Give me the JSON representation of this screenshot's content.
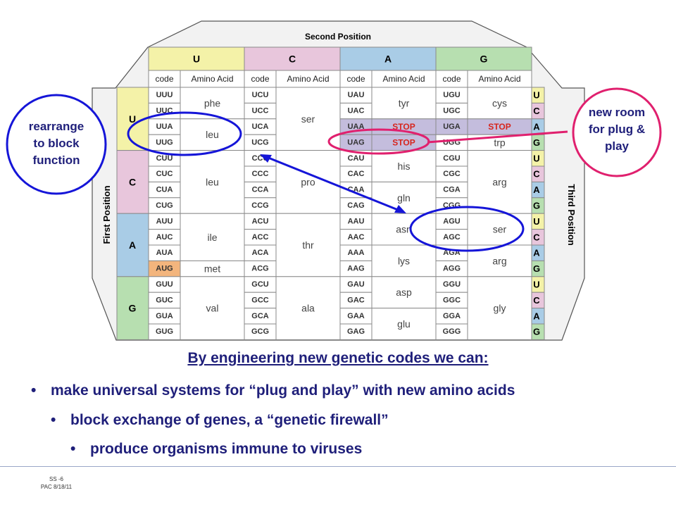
{
  "header": {
    "second_position": "Second Position"
  },
  "axis_labels": {
    "first": "First Position",
    "third": "Third Position"
  },
  "bases": [
    "U",
    "C",
    "A",
    "G"
  ],
  "sub_headers": {
    "code": "code",
    "amino": "Amino Acid"
  },
  "codon_table": [
    {
      "codons": [
        "UUU",
        "UUC",
        "UUA",
        "UUG",
        "CUU",
        "CUC",
        "CUA",
        "CUG",
        "AUU",
        "AUC",
        "AUA",
        "AUG",
        "GUU",
        "GUC",
        "GUA",
        "GUG"
      ],
      "aminos": [
        {
          "label": "phe",
          "rows": [
            0,
            1
          ]
        },
        {
          "label": "leu",
          "rows": [
            2,
            3
          ]
        },
        {
          "label": "leu",
          "rows": [
            4,
            7
          ]
        },
        {
          "label": "ile",
          "rows": [
            8,
            10
          ]
        },
        {
          "label": "met",
          "rows": [
            11,
            11
          ]
        },
        {
          "label": "val",
          "rows": [
            12,
            15
          ]
        }
      ]
    },
    {
      "codons": [
        "UCU",
        "UCC",
        "UCA",
        "UCG",
        "CCU",
        "CCC",
        "CCA",
        "CCG",
        "ACU",
        "ACC",
        "ACA",
        "ACG",
        "GCU",
        "GCC",
        "GCA",
        "GCG"
      ],
      "aminos": [
        {
          "label": "ser",
          "rows": [
            0,
            3
          ]
        },
        {
          "label": "pro",
          "rows": [
            4,
            7
          ]
        },
        {
          "label": "thr",
          "rows": [
            8,
            11
          ]
        },
        {
          "label": "ala",
          "rows": [
            12,
            15
          ]
        }
      ]
    },
    {
      "codons": [
        "UAU",
        "UAC",
        "UAA",
        "UAG",
        "CAU",
        "CAC",
        "CAA",
        "CAG",
        "AAU",
        "AAC",
        "AAA",
        "AAG",
        "GAU",
        "GAC",
        "GAA",
        "GAG"
      ],
      "aminos": [
        {
          "label": "tyr",
          "rows": [
            0,
            1
          ]
        },
        {
          "label": "STOP",
          "rows": [
            2,
            2
          ],
          "stop": true
        },
        {
          "label": "STOP",
          "rows": [
            3,
            3
          ],
          "stop": true
        },
        {
          "label": "his",
          "rows": [
            4,
            5
          ]
        },
        {
          "label": "gln",
          "rows": [
            6,
            7
          ]
        },
        {
          "label": "asn",
          "rows": [
            8,
            9
          ]
        },
        {
          "label": "lys",
          "rows": [
            10,
            11
          ]
        },
        {
          "label": "asp",
          "rows": [
            12,
            13
          ]
        },
        {
          "label": "glu",
          "rows": [
            14,
            15
          ]
        }
      ]
    },
    {
      "codons": [
        "UGU",
        "UGC",
        "UGA",
        "UGG",
        "CGU",
        "CGC",
        "CGA",
        "CGG",
        "AGU",
        "AGC",
        "AGA",
        "AGG",
        "GGU",
        "GGC",
        "GGA",
        "GGG"
      ],
      "aminos": [
        {
          "label": "cys",
          "rows": [
            0,
            1
          ]
        },
        {
          "label": "STOP",
          "rows": [
            2,
            2
          ],
          "stop": true
        },
        {
          "label": "trp",
          "rows": [
            3,
            3
          ]
        },
        {
          "label": "arg",
          "rows": [
            4,
            7
          ]
        },
        {
          "label": "ser",
          "rows": [
            8,
            9
          ]
        },
        {
          "label": "arg",
          "rows": [
            10,
            11
          ]
        },
        {
          "label": "gly",
          "rows": [
            12,
            15
          ]
        }
      ]
    }
  ],
  "annotations": {
    "left_circle": "rearrange to block function",
    "right_circle": "new room for plug & play"
  },
  "heading": "By engineering new genetic codes we can:",
  "bullets": [
    "make universal systems for “plug and play” with new amino acids",
    "block exchange of genes, a “genetic firewall”",
    "produce organisms immune to viruses"
  ],
  "footer": {
    "line1": "SS -6",
    "line2": "PAC 8/18/11"
  },
  "colors": {
    "U": "#f4f2a8",
    "C": "#e8c6dc",
    "A": "#a9cce6",
    "G": "#b7dfb0",
    "start_codon": "#f3b57d",
    "stop_codon": "#c4bddd",
    "stop_text": "#d7261e",
    "grid": "#8a8a8a",
    "text": "#1f1f7a",
    "blue_annotation": "#1515d8",
    "pink_annotation": "#e0206e"
  }
}
